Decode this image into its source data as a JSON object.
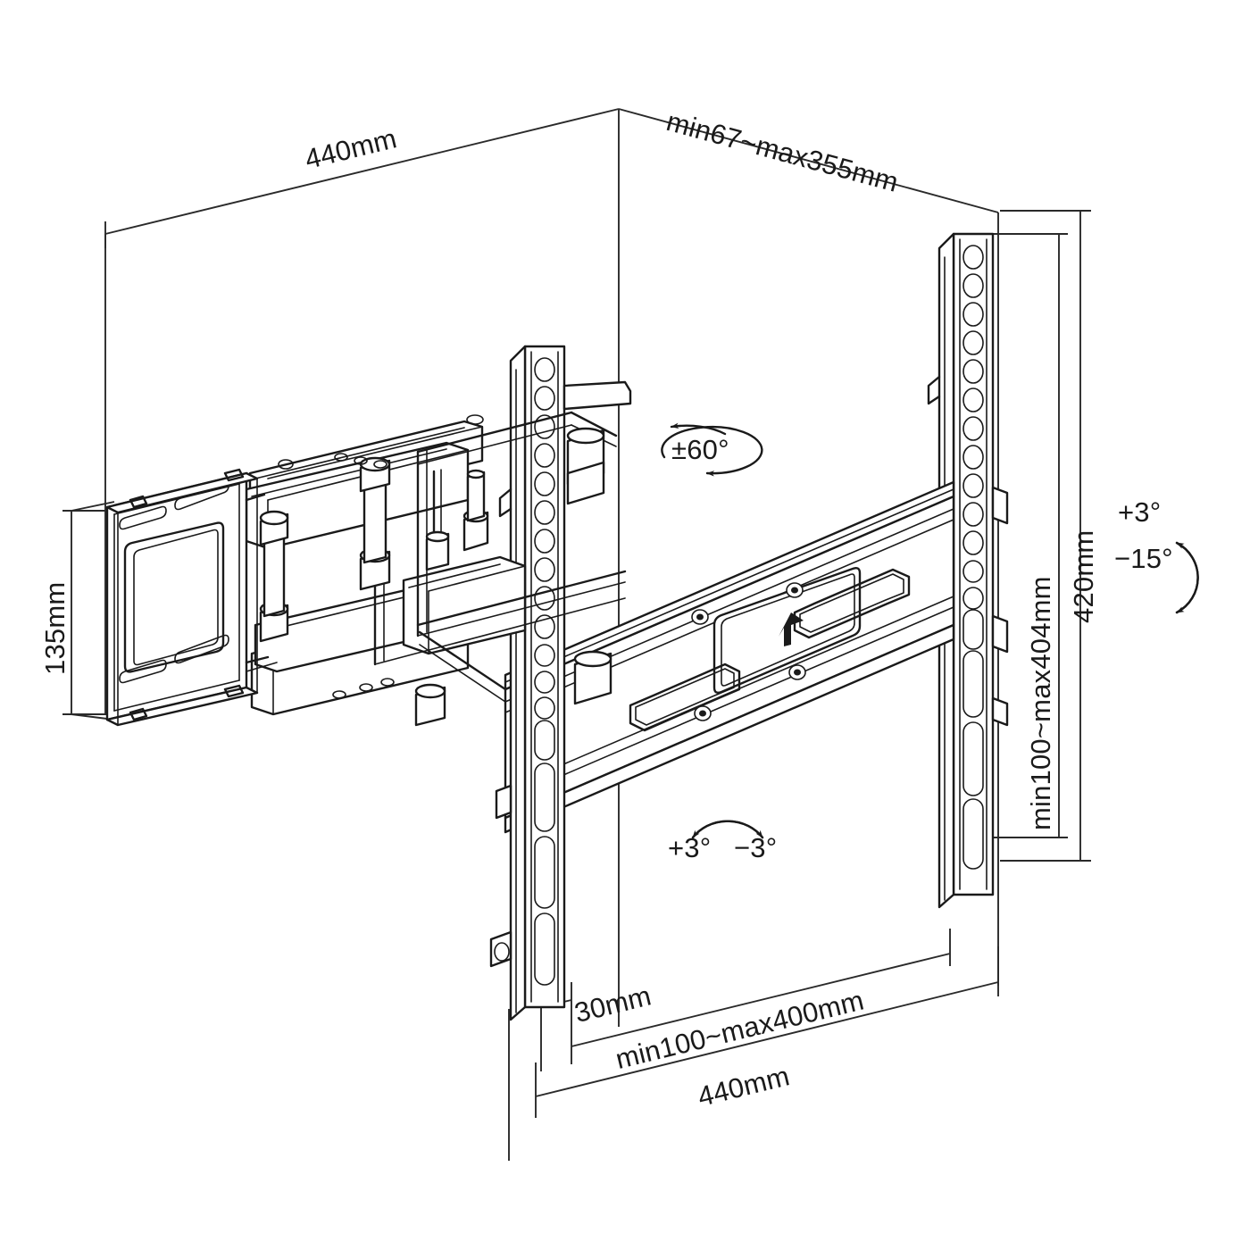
{
  "drawing": {
    "title": "Full-motion TV wall mount dimensional drawing",
    "line_color": "#1a1a1a",
    "background_color": "#ffffff",
    "view": "isometric exploded dimension view"
  },
  "dimensions": {
    "top_left": {
      "value": "440mm",
      "meaning": "wall plate width"
    },
    "top_right": {
      "value": "min67~max355mm",
      "meaning": "extension from wall"
    },
    "left": {
      "value": "135mm",
      "meaning": "VESA plate height"
    },
    "right_inner": {
      "value": "min100~max404mm",
      "meaning": "VESA vertical hole range"
    },
    "right_outer": {
      "value": "420mm",
      "meaning": "rail overall height"
    },
    "bottom_small": {
      "value": "30mm",
      "meaning": "rail offset"
    },
    "bottom_middle": {
      "value": "min100~max400mm",
      "meaning": "VESA horizontal hole range"
    },
    "bottom_large": {
      "value": "440mm",
      "meaning": "wall plate width"
    }
  },
  "angles": {
    "swivel": {
      "value": "±60°",
      "meaning": "swivel range"
    },
    "tilt_up": {
      "value": "+3°",
      "meaning": "tilt up"
    },
    "tilt_down": {
      "value": "−15°",
      "meaning": "tilt down"
    },
    "level_left": {
      "value": "+3°",
      "meaning": "level adjust left"
    },
    "level_right": {
      "value": "−3°",
      "meaning": "level adjust right"
    }
  },
  "markings": {
    "up_arrow": "▲"
  }
}
